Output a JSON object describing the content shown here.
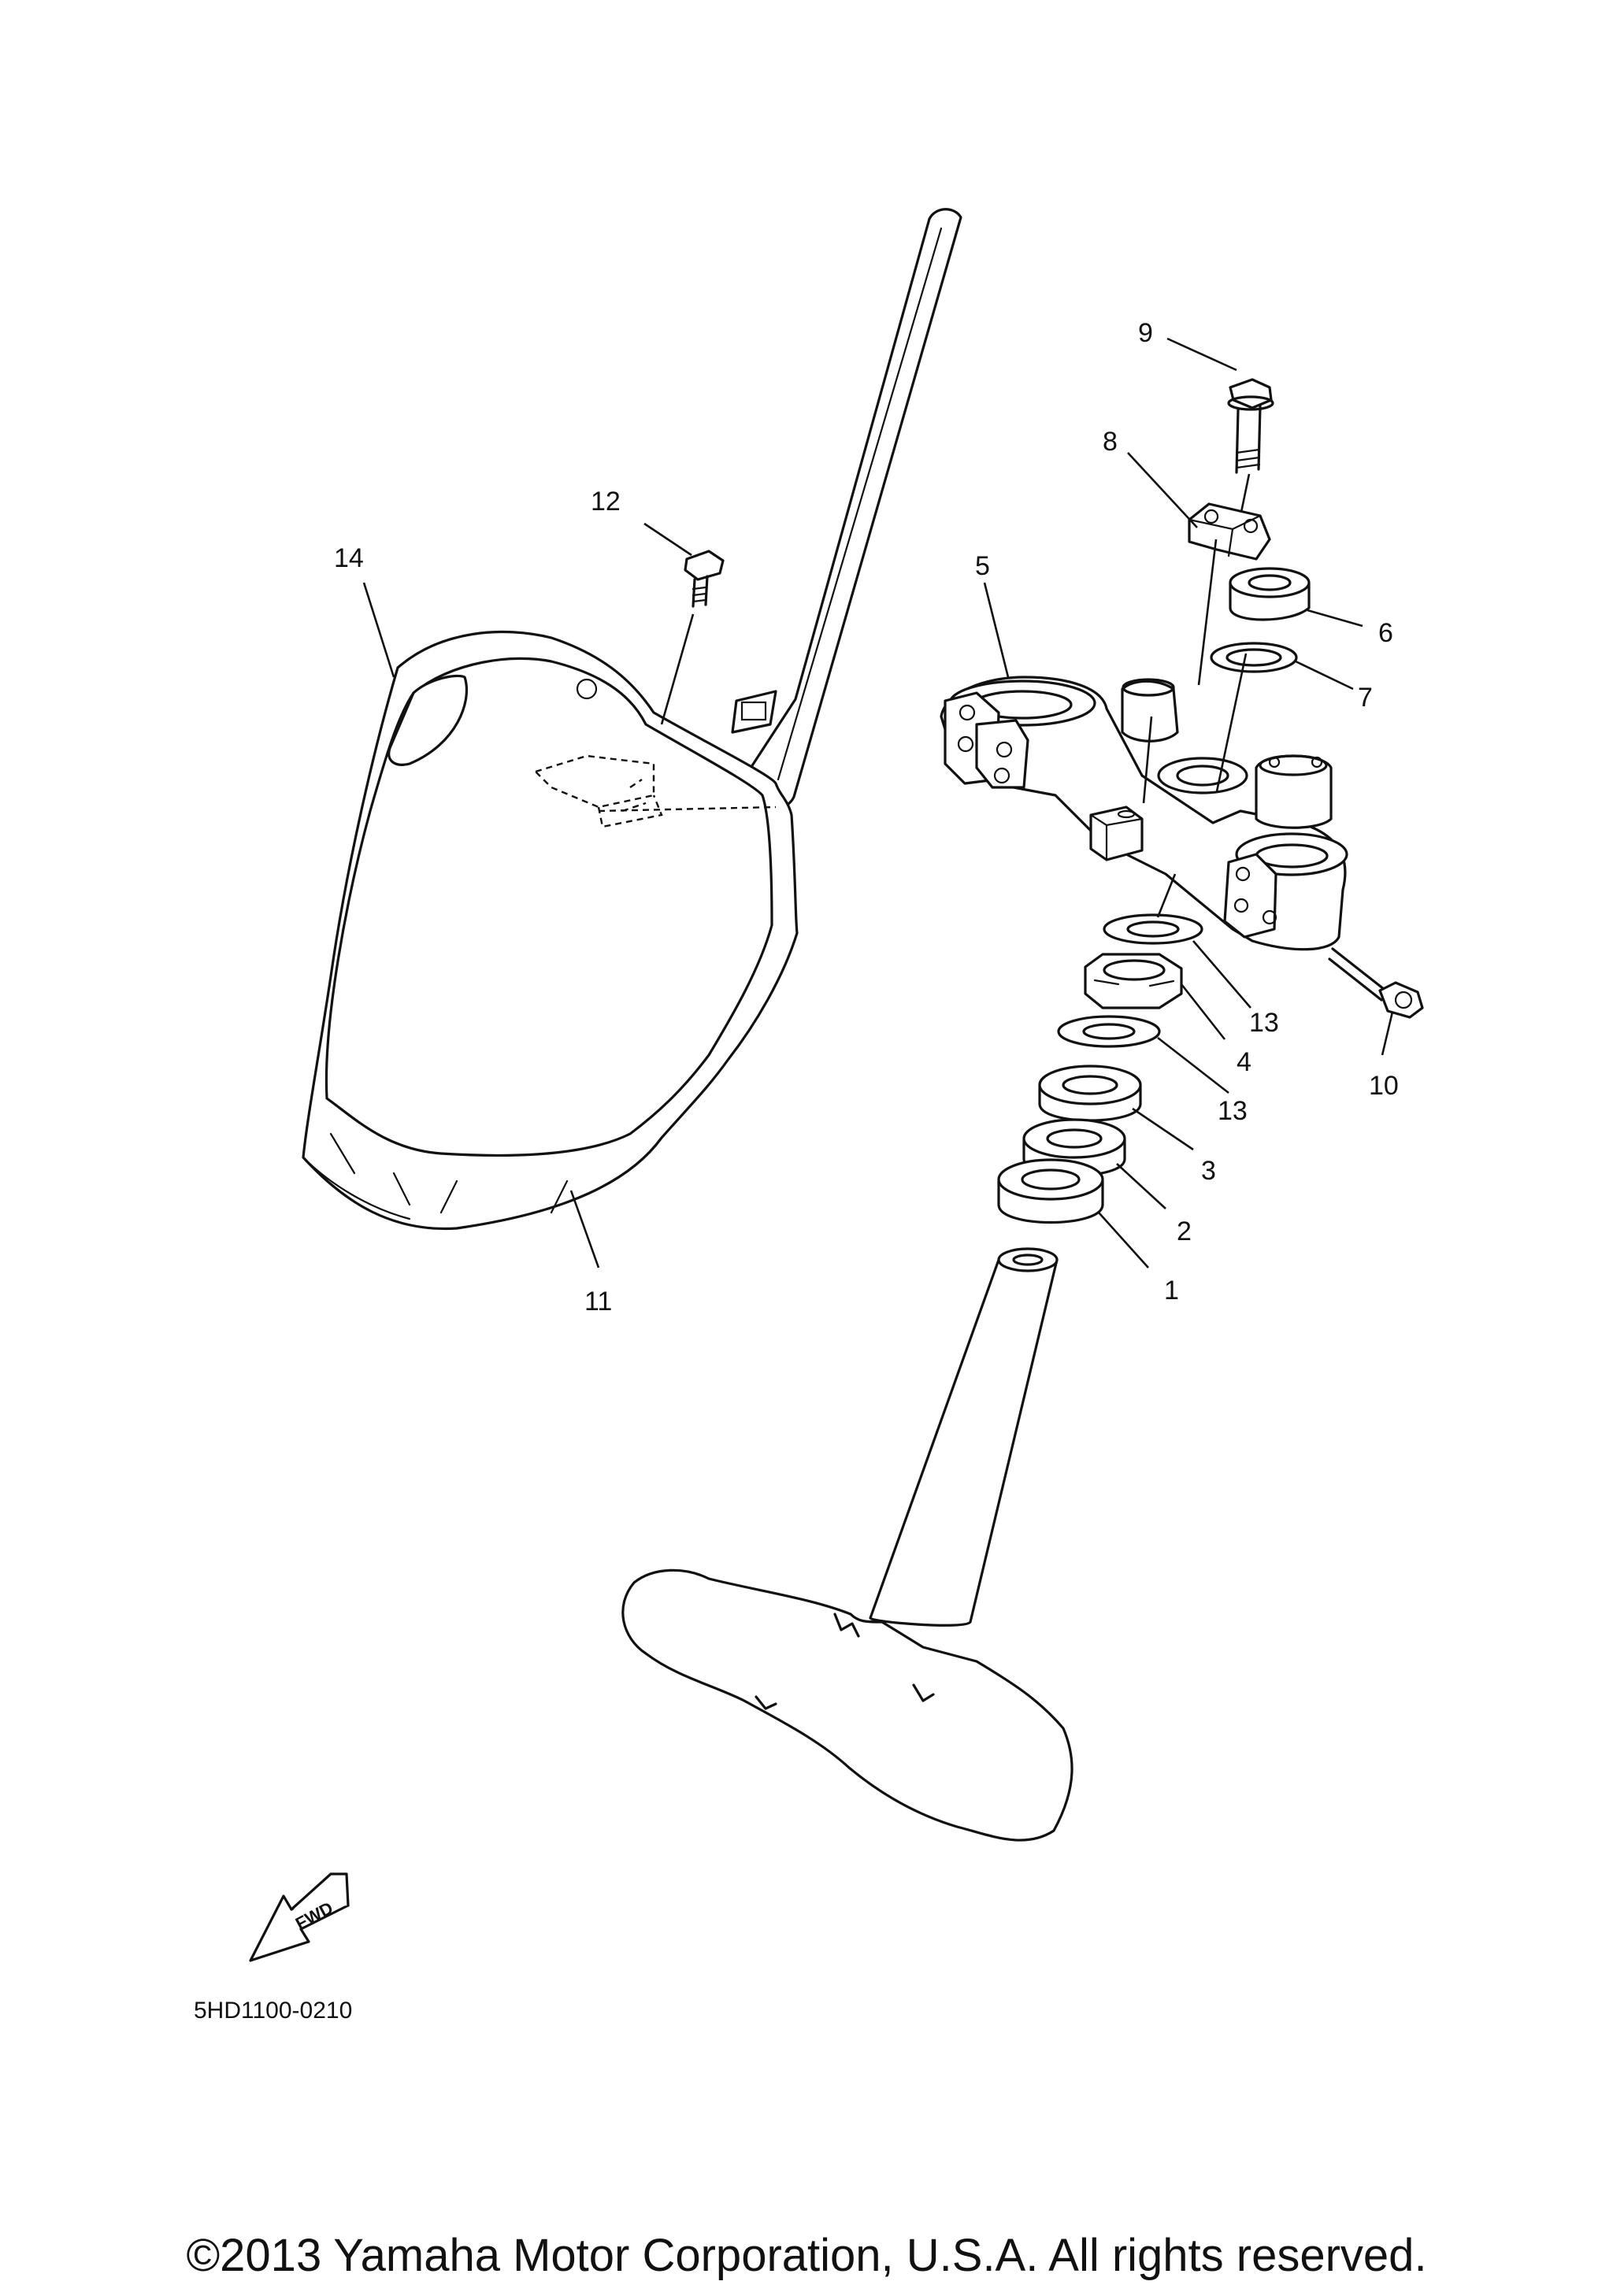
{
  "callouts": {
    "c1": "1",
    "c2": "2",
    "c3": "3",
    "c4": "4",
    "c5": "5",
    "c6": "6",
    "c7": "7",
    "c8": "8",
    "c9": "9",
    "c10": "10",
    "c11": "11",
    "c12": "12",
    "c13a": "13",
    "c13b": "13",
    "c14": "14"
  },
  "fwd_label": "FWD",
  "diagram_code": "5HD1100-0210",
  "copyright": "©2013 Yamaha Motor Corporation, U.S.A. All rights reserved."
}
